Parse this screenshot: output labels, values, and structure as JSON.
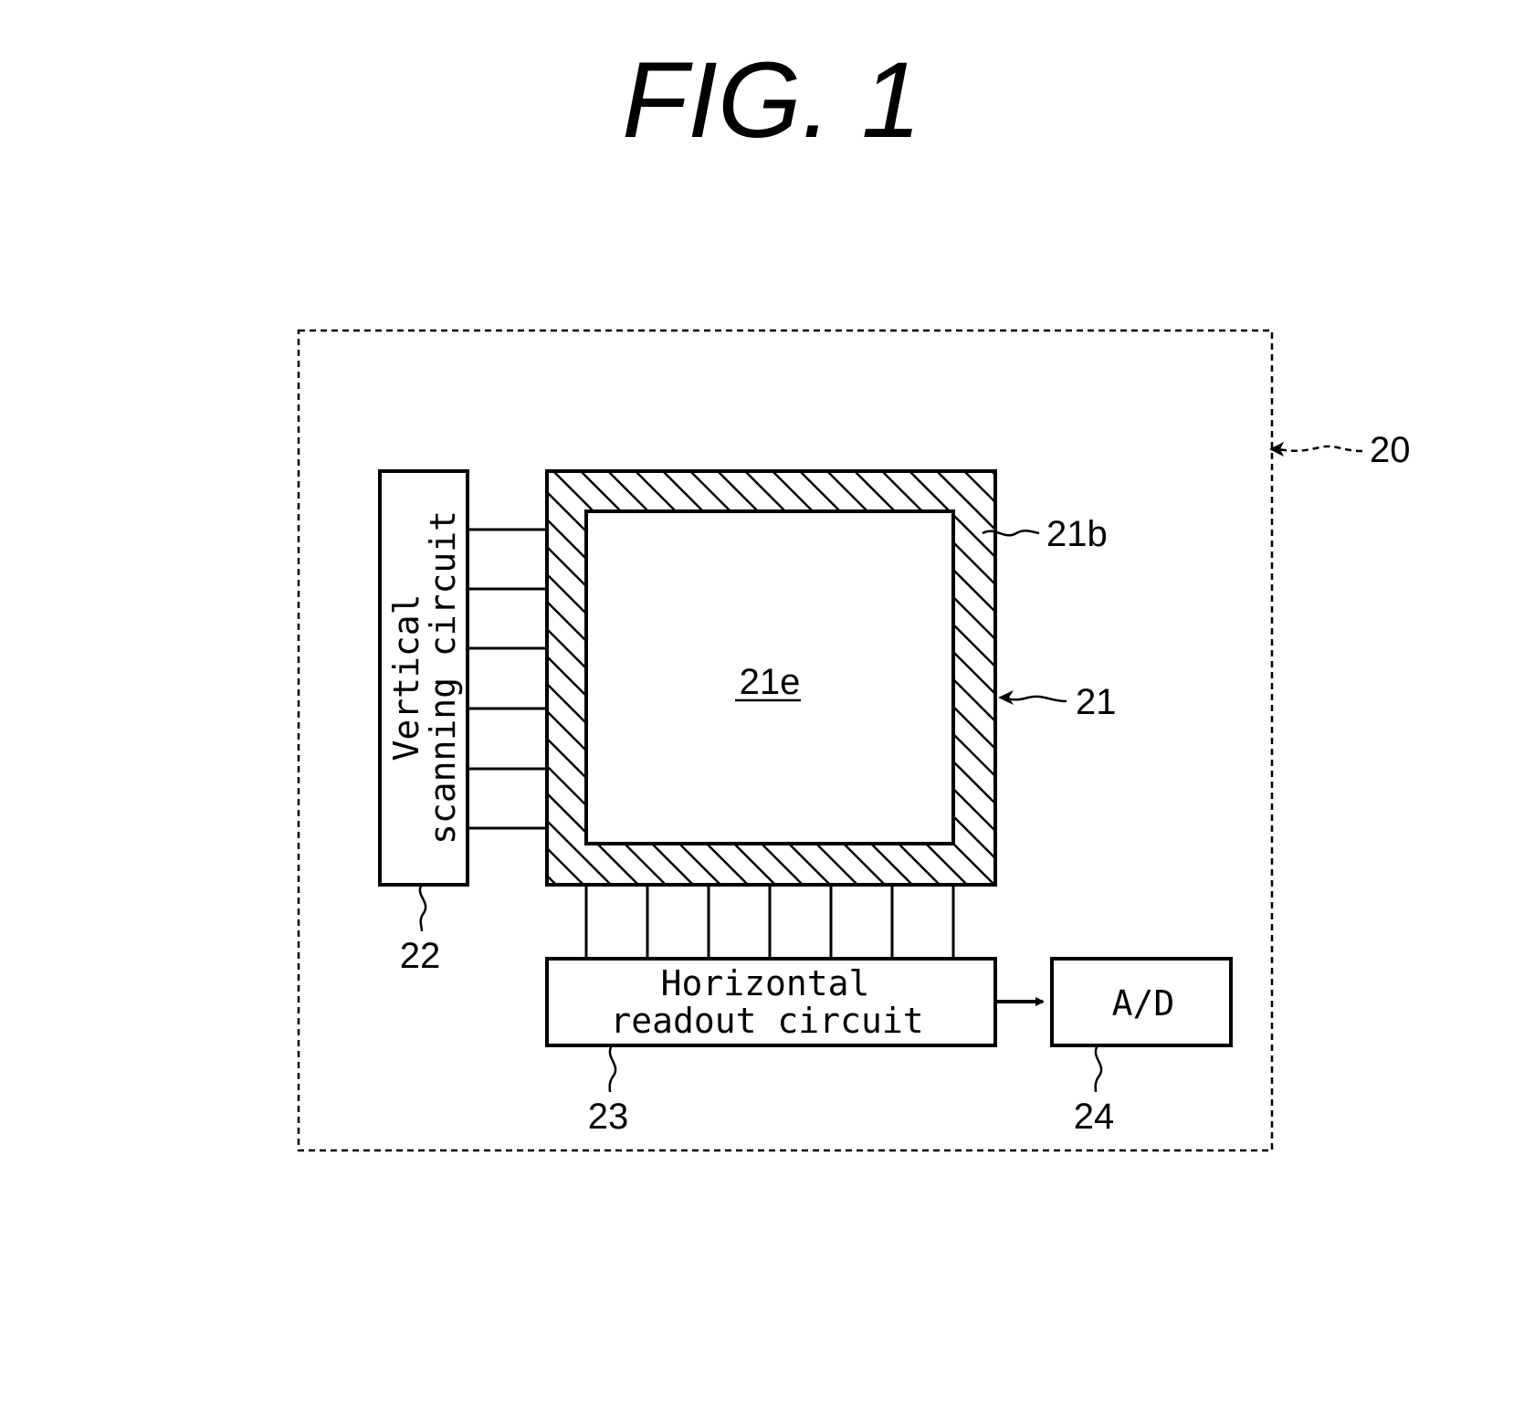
{
  "figure": {
    "title": "FIG. 1"
  },
  "components": {
    "device": {
      "ref": "20"
    },
    "pixel_array": {
      "ref": "21"
    },
    "peripheral_region": {
      "ref": "21b"
    },
    "effective_region": {
      "ref": "21e"
    },
    "vertical_scanning_circuit": {
      "ref": "22",
      "label_line1": "Vertical",
      "label_line2": "scanning circuit"
    },
    "horizontal_readout_circuit": {
      "ref": "23",
      "label_line1": "Horizontal",
      "label_line2": "readout circuit"
    },
    "ad_converter": {
      "ref": "24",
      "label": "A/D"
    }
  }
}
